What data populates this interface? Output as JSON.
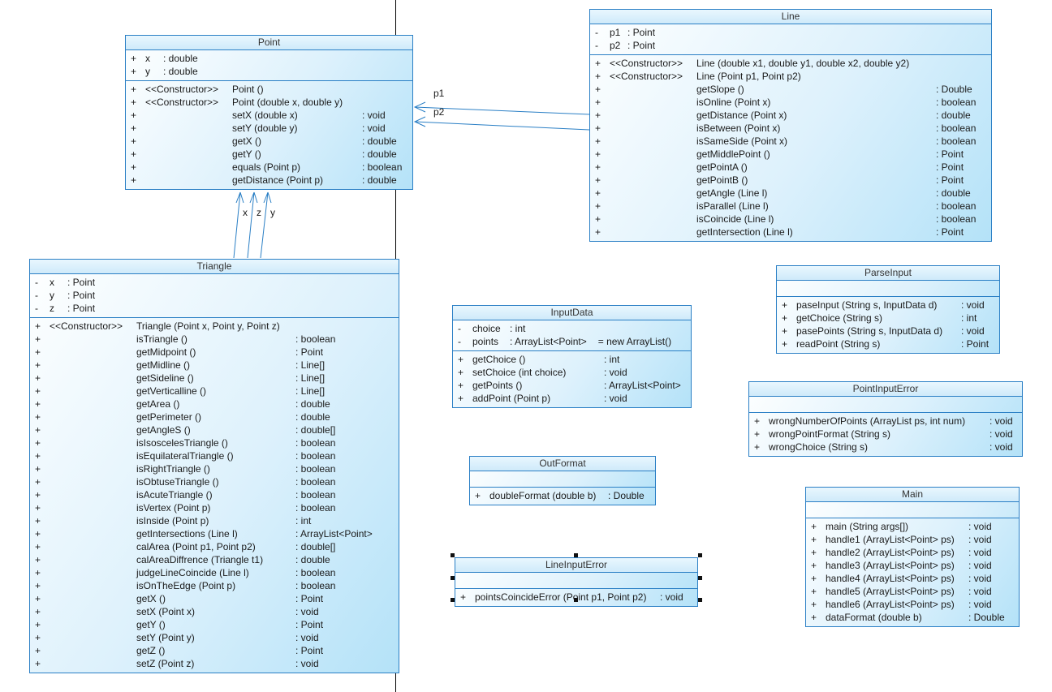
{
  "classes": {
    "point": {
      "title": "Point",
      "attributes": [
        {
          "vis": "+",
          "name": "x",
          "type": "double",
          "extra": ""
        },
        {
          "vis": "+",
          "name": "y",
          "type": "double",
          "extra": ""
        }
      ],
      "methods": [
        {
          "vis": "+",
          "stereo": "<<Constructor>>",
          "sig": "Point ()",
          "ret": ""
        },
        {
          "vis": "+",
          "stereo": "<<Constructor>>",
          "sig": "Point (double x, double y)",
          "ret": ""
        },
        {
          "vis": "+",
          "stereo": "",
          "sig": "setX (double x)",
          "ret": "void"
        },
        {
          "vis": "+",
          "stereo": "",
          "sig": "setY (double y)",
          "ret": "void"
        },
        {
          "vis": "+",
          "stereo": "",
          "sig": "getX ()",
          "ret": "double"
        },
        {
          "vis": "+",
          "stereo": "",
          "sig": "getY ()",
          "ret": "double"
        },
        {
          "vis": "+",
          "stereo": "",
          "sig": "equals (Point p)",
          "ret": "boolean"
        },
        {
          "vis": "+",
          "stereo": "",
          "sig": "getDistance (Point p)",
          "ret": "double"
        }
      ]
    },
    "line": {
      "title": "Line",
      "attributes": [
        {
          "vis": "-",
          "name": "p1",
          "type": "Point",
          "extra": ""
        },
        {
          "vis": "-",
          "name": "p2",
          "type": "Point",
          "extra": ""
        }
      ],
      "methods": [
        {
          "vis": "+",
          "stereo": "<<Constructor>>",
          "sig": "Line (double x1, double y1, double x2, double y2)",
          "ret": ""
        },
        {
          "vis": "+",
          "stereo": "<<Constructor>>",
          "sig": "Line (Point p1, Point p2)",
          "ret": ""
        },
        {
          "vis": "+",
          "stereo": "",
          "sig": "getSlope ()",
          "ret": "Double"
        },
        {
          "vis": "+",
          "stereo": "",
          "sig": "isOnline (Point x)",
          "ret": "boolean"
        },
        {
          "vis": "+",
          "stereo": "",
          "sig": "getDistance (Point x)",
          "ret": "double"
        },
        {
          "vis": "+",
          "stereo": "",
          "sig": "isBetween (Point x)",
          "ret": "boolean"
        },
        {
          "vis": "+",
          "stereo": "",
          "sig": "isSameSide (Point x)",
          "ret": "boolean"
        },
        {
          "vis": "+",
          "stereo": "",
          "sig": "getMiddlePoint ()",
          "ret": "Point"
        },
        {
          "vis": "+",
          "stereo": "",
          "sig": "getPointA ()",
          "ret": "Point"
        },
        {
          "vis": "+",
          "stereo": "",
          "sig": "getPointB ()",
          "ret": "Point"
        },
        {
          "vis": "+",
          "stereo": "",
          "sig": "getAngle (Line l)",
          "ret": "double"
        },
        {
          "vis": "+",
          "stereo": "",
          "sig": "isParallel (Line l)",
          "ret": "boolean"
        },
        {
          "vis": "+",
          "stereo": "",
          "sig": "isCoincide (Line l)",
          "ret": "boolean"
        },
        {
          "vis": "+",
          "stereo": "",
          "sig": "getIntersection (Line l)",
          "ret": "Point"
        }
      ]
    },
    "triangle": {
      "title": "Triangle",
      "attributes": [
        {
          "vis": "-",
          "name": "x",
          "type": "Point",
          "extra": ""
        },
        {
          "vis": "-",
          "name": "y",
          "type": "Point",
          "extra": ""
        },
        {
          "vis": "-",
          "name": "z",
          "type": "Point",
          "extra": ""
        }
      ],
      "methods": [
        {
          "vis": "+",
          "stereo": "<<Constructor>>",
          "sig": "Triangle (Point x, Point y, Point z)",
          "ret": ""
        },
        {
          "vis": "+",
          "stereo": "",
          "sig": "isTriangle ()",
          "ret": "boolean"
        },
        {
          "vis": "+",
          "stereo": "",
          "sig": "getMidpoint ()",
          "ret": "Point"
        },
        {
          "vis": "+",
          "stereo": "",
          "sig": "getMidline ()",
          "ret": "Line[]"
        },
        {
          "vis": "+",
          "stereo": "",
          "sig": "getSideline ()",
          "ret": "Line[]"
        },
        {
          "vis": "+",
          "stereo": "",
          "sig": "getVerticalline ()",
          "ret": "Line[]"
        },
        {
          "vis": "+",
          "stereo": "",
          "sig": "getArea ()",
          "ret": "double"
        },
        {
          "vis": "+",
          "stereo": "",
          "sig": "getPerimeter ()",
          "ret": "double"
        },
        {
          "vis": "+",
          "stereo": "",
          "sig": "getAngleS ()",
          "ret": "double[]"
        },
        {
          "vis": "+",
          "stereo": "",
          "sig": "isIsoscelesTriangle ()",
          "ret": "boolean"
        },
        {
          "vis": "+",
          "stereo": "",
          "sig": "isEquilateralTriangle ()",
          "ret": "boolean"
        },
        {
          "vis": "+",
          "stereo": "",
          "sig": "isRightTriangle ()",
          "ret": "boolean"
        },
        {
          "vis": "+",
          "stereo": "",
          "sig": "isObtuseTriangle ()",
          "ret": "boolean"
        },
        {
          "vis": "+",
          "stereo": "",
          "sig": "isAcuteTriangle ()",
          "ret": "boolean"
        },
        {
          "vis": "+",
          "stereo": "",
          "sig": "isVertex (Point p)",
          "ret": "boolean"
        },
        {
          "vis": "+",
          "stereo": "",
          "sig": "isInside (Point p)",
          "ret": "int"
        },
        {
          "vis": "+",
          "stereo": "",
          "sig": "getIntersections (Line l)",
          "ret": "ArrayList<Point>"
        },
        {
          "vis": "+",
          "stereo": "",
          "sig": "calArea (Point p1, Point p2)",
          "ret": "double[]"
        },
        {
          "vis": "+",
          "stereo": "",
          "sig": "calAreaDiffrence (Triangle t1)",
          "ret": "double"
        },
        {
          "vis": "+",
          "stereo": "",
          "sig": "judgeLineCoincide (Line l)",
          "ret": "boolean"
        },
        {
          "vis": "+",
          "stereo": "",
          "sig": "isOnTheEdge (Point p)",
          "ret": "boolean"
        },
        {
          "vis": "+",
          "stereo": "",
          "sig": "getX ()",
          "ret": "Point"
        },
        {
          "vis": "+",
          "stereo": "",
          "sig": "setX (Point x)",
          "ret": "void"
        },
        {
          "vis": "+",
          "stereo": "",
          "sig": "getY ()",
          "ret": "Point"
        },
        {
          "vis": "+",
          "stereo": "",
          "sig": "setY (Point y)",
          "ret": "void"
        },
        {
          "vis": "+",
          "stereo": "",
          "sig": "getZ ()",
          "ret": "Point"
        },
        {
          "vis": "+",
          "stereo": "",
          "sig": "setZ (Point z)",
          "ret": "void"
        }
      ]
    },
    "input_data": {
      "title": "InputData",
      "attributes": [
        {
          "vis": "-",
          "name": "choice",
          "type": "int",
          "extra": ""
        },
        {
          "vis": "-",
          "name": "points",
          "type": "ArrayList<Point>",
          "extra": "= new ArrayList()"
        }
      ],
      "methods": [
        {
          "vis": "+",
          "stereo": "",
          "sig": "getChoice ()",
          "ret": "int"
        },
        {
          "vis": "+",
          "stereo": "",
          "sig": "setChoice (int choice)",
          "ret": "void"
        },
        {
          "vis": "+",
          "stereo": "",
          "sig": "getPoints ()",
          "ret": "ArrayList<Point>"
        },
        {
          "vis": "+",
          "stereo": "",
          "sig": "addPoint (Point p)",
          "ret": "void"
        }
      ]
    },
    "parse_input": {
      "title": "ParseInput",
      "attributes": [],
      "methods": [
        {
          "vis": "+",
          "stereo": "",
          "sig": "paseInput (String s, InputData d)",
          "ret": "void"
        },
        {
          "vis": "+",
          "stereo": "",
          "sig": "getChoice (String s)",
          "ret": "int"
        },
        {
          "vis": "+",
          "stereo": "",
          "sig": "pasePoints (String s, InputData d)",
          "ret": "void"
        },
        {
          "vis": "+",
          "stereo": "",
          "sig": "readPoint (String s)",
          "ret": "Point"
        }
      ]
    },
    "point_input_error": {
      "title": "PointInputError",
      "attributes": [],
      "methods": [
        {
          "vis": "+",
          "stereo": "",
          "sig": "wrongNumberOfPoints (ArrayList ps, int num)",
          "ret": "void"
        },
        {
          "vis": "+",
          "stereo": "",
          "sig": "wrongPointFormat (String s)",
          "ret": "void"
        },
        {
          "vis": "+",
          "stereo": "",
          "sig": "wrongChoice (String s)",
          "ret": "void"
        }
      ]
    },
    "out_format": {
      "title": "OutFormat",
      "attributes": [],
      "methods": [
        {
          "vis": "+",
          "stereo": "",
          "sig": "doubleFormat (double b)",
          "ret": "Double"
        }
      ]
    },
    "line_input_error": {
      "title": "LineInputError",
      "attributes": [],
      "methods": [
        {
          "vis": "+",
          "stereo": "",
          "sig": "pointsCoincideError (Point p1, Point p2)",
          "ret": "void"
        }
      ]
    },
    "main": {
      "title": "Main",
      "attributes": [],
      "methods": [
        {
          "vis": "+",
          "stereo": "",
          "sig": "main (String args[])",
          "ret": "void"
        },
        {
          "vis": "+",
          "stereo": "",
          "sig": "handle1 (ArrayList<Point> ps)",
          "ret": "void"
        },
        {
          "vis": "+",
          "stereo": "",
          "sig": "handle2 (ArrayList<Point> ps)",
          "ret": "void"
        },
        {
          "vis": "+",
          "stereo": "",
          "sig": "handle3 (ArrayList<Point> ps)",
          "ret": "void"
        },
        {
          "vis": "+",
          "stereo": "",
          "sig": "handle4 (ArrayList<Point> ps)",
          "ret": "void"
        },
        {
          "vis": "+",
          "stereo": "",
          "sig": "handle5 (ArrayList<Point> ps)",
          "ret": "void"
        },
        {
          "vis": "+",
          "stereo": "",
          "sig": "handle6 (ArrayList<Point> ps)",
          "ret": "void"
        },
        {
          "vis": "+",
          "stereo": "",
          "sig": "dataFormat (double b)",
          "ret": "Double"
        }
      ]
    }
  },
  "associations": {
    "line_p1": {
      "label": "p1"
    },
    "line_p2": {
      "label": "p2"
    },
    "tri_x": {
      "label": "x"
    },
    "tri_z": {
      "label": "z"
    },
    "tri_y": {
      "label": "y"
    }
  },
  "colors": {
    "box_border": "#2a7fc5",
    "box_fill_light": "#feffff",
    "box_fill_dark": "#b4e2f8",
    "edge_stroke": "#2a7fc5",
    "selection_handle": "#111111",
    "page_divider": "#000000"
  }
}
